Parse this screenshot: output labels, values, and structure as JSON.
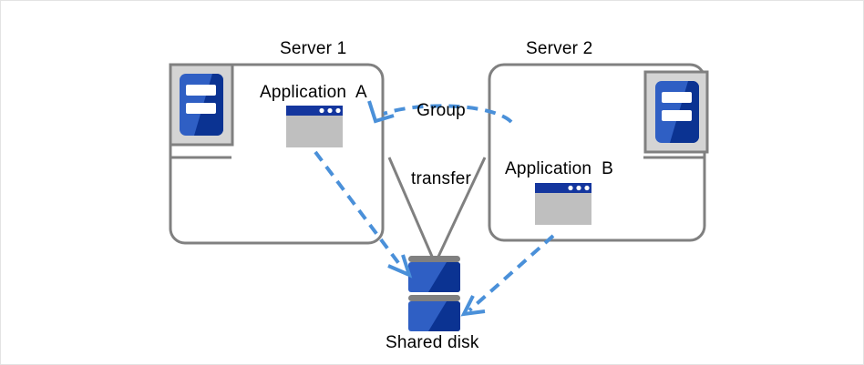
{
  "diagram": {
    "title": "Cluster group transfer between two servers sharing a disk",
    "background": "#ffffff",
    "border_color": "#e3e3e3",
    "colors": {
      "box_outline": "#808080",
      "connector_line": "#808080",
      "arrow_blue": "#4a90d9",
      "icon_blue_light": "#2f5fc4",
      "icon_blue_dark": "#0b3392",
      "icon_gray_frame": "#d4d4d4",
      "window_titlebar": "#14369e",
      "window_body": "#bfbfbf",
      "disk_bar_gray": "#808080",
      "text": "#000000"
    },
    "nodes": {
      "server1": {
        "label": "Server 1",
        "icon": "server-icon",
        "application": {
          "label": "Application  A",
          "icon": "app-window-icon"
        }
      },
      "server2": {
        "label": "Server 2",
        "icon": "server-icon",
        "application": {
          "label": "Application  B",
          "icon": "app-window-icon"
        }
      },
      "shared_disk": {
        "label": "Shared disk",
        "icon": "disk-stack-icon",
        "platters": 2
      }
    },
    "edges": [
      {
        "name": "group-transfer",
        "label_line1": "Group",
        "label_line2": "transfer",
        "style": "dashed-curved-arrow",
        "from": "server2",
        "to": "server1",
        "color": "#4a90d9"
      },
      {
        "name": "app-a-to-disk",
        "style": "dashed-arrow",
        "from": "application-a",
        "to": "shared-disk",
        "color": "#4a90d9"
      },
      {
        "name": "app-b-to-disk",
        "style": "dashed-arrow",
        "from": "application-b",
        "to": "shared-disk",
        "color": "#4a90d9"
      },
      {
        "name": "server1-to-disk",
        "style": "solid-line",
        "from": "server1",
        "to": "shared-disk",
        "color": "#808080"
      },
      {
        "name": "server2-to-disk",
        "style": "solid-line",
        "from": "server2",
        "to": "shared-disk",
        "color": "#808080"
      }
    ]
  }
}
